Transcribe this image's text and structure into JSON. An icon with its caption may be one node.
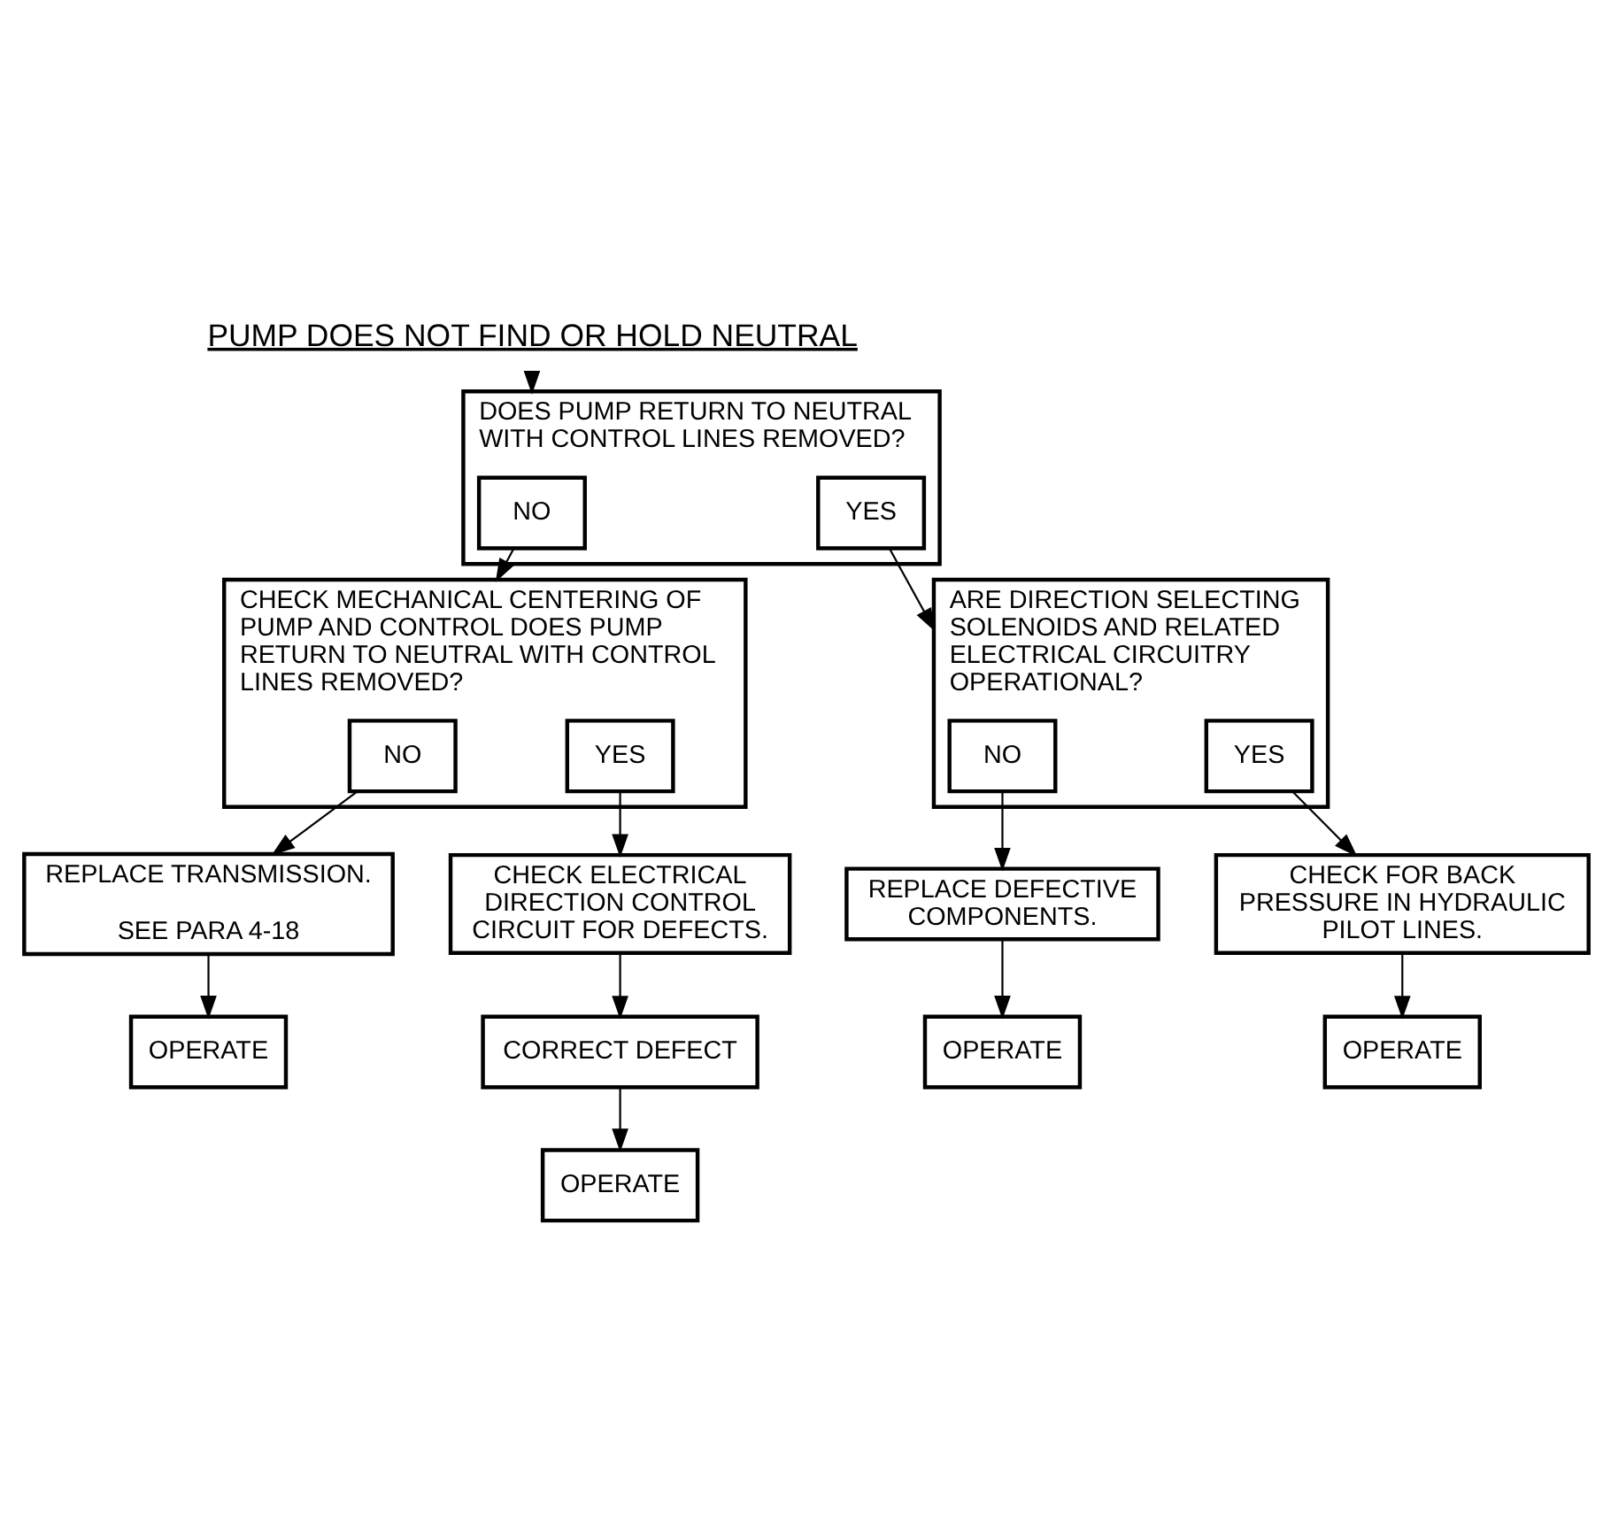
{
  "diagram": {
    "nodes": [
      {
        "text": [
          "PUMP DOES NOT FIND OR HOLD NEUTRAL"
        ]
      },
      {
        "text": [
          "DOES PUMP RETURN TO NEUTRAL WITH CONTROL LINES REMOVED?"
        ]
      },
      {
        "text": [
          "NO"
        ],
        "in": 1
      },
      {
        "text": [
          "YES"
        ],
        "in": 1
      },
      {
        "text": [
          "CHECK MECHANICAL CENTERING OF PUMP AND CONTROL DOES PUMP RETURN TO NEUTRAL WITH CONTROL LINES REMOVED?"
        ]
      },
      {
        "text": [
          "NO"
        ],
        "in": 4
      },
      {
        "text": [
          "YES"
        ],
        "in": 4
      },
      {
        "text": [
          "ARE DIRECTION SELECTING SOLENOIDS AND RELATED ELECTRICAL CIRCUITRY OPERATIONAL?"
        ]
      },
      {
        "text": [
          "NO"
        ],
        "in": 7
      },
      {
        "text": [
          "YES"
        ],
        "in": 7
      },
      {
        "text": [
          "REPLACE TRANSMISSION.",
          "SEE PARA 4-18"
        ]
      },
      {
        "text": [
          "OPERATE"
        ]
      },
      {
        "text": [
          "CHECK ELECTRICAL DIRECTION CONTROL CIRCUIT FOR DEFECTS."
        ]
      },
      {
        "text": [
          "CORRECT DEFECT"
        ]
      },
      {
        "text": [
          "OPERATE"
        ]
      },
      {
        "text": [
          "REPLACE DEFECTIVE COMPONENTS."
        ]
      },
      {
        "text": [
          "OPERATE"
        ]
      },
      {
        "text": [
          "CHECK FOR BACK PRESSURE IN HYDRAULIC PILOT LINES."
        ]
      },
      {
        "text": [
          "OPERATE"
        ]
      }
    ],
    "edges": [
      {
        "from": 0,
        "to": 1,
        "arrow": "to"
      },
      {
        "from": 2,
        "to": 4,
        "arrow": "to"
      },
      {
        "from": 3,
        "to": 7,
        "arrow": "to"
      },
      {
        "from": 5,
        "to": 10,
        "arrow": "to"
      },
      {
        "from": 10,
        "to": 11,
        "arrow": "to"
      },
      {
        "from": 6,
        "to": 12,
        "arrow": "to"
      },
      {
        "from": 12,
        "to": 13,
        "arrow": "to"
      },
      {
        "from": 13,
        "to": 14,
        "arrow": "to"
      },
      {
        "from": 8,
        "to": 15,
        "arrow": "to"
      },
      {
        "from": 15,
        "to": 16,
        "arrow": "to"
      },
      {
        "from": 9,
        "to": 17,
        "arrow": "to"
      },
      {
        "from": 17,
        "to": 18,
        "arrow": "to"
      }
    ]
  }
}
